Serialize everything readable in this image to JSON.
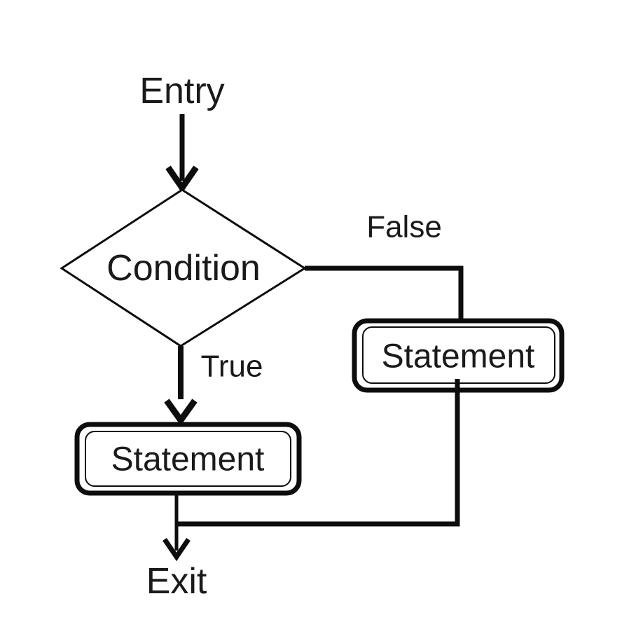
{
  "diagram": {
    "background_color": "#ffffff",
    "line_color": "#0d0d0d",
    "text_color": "#1a1a1a",
    "nodes": {
      "entry": {
        "label": "Entry"
      },
      "condition": {
        "label": "Condition"
      },
      "false_statement": {
        "label": "Statement"
      },
      "true_statement": {
        "label": "Statement"
      },
      "exit": {
        "label": "Exit"
      }
    },
    "edge_labels": {
      "false": "False",
      "true": "True"
    }
  }
}
